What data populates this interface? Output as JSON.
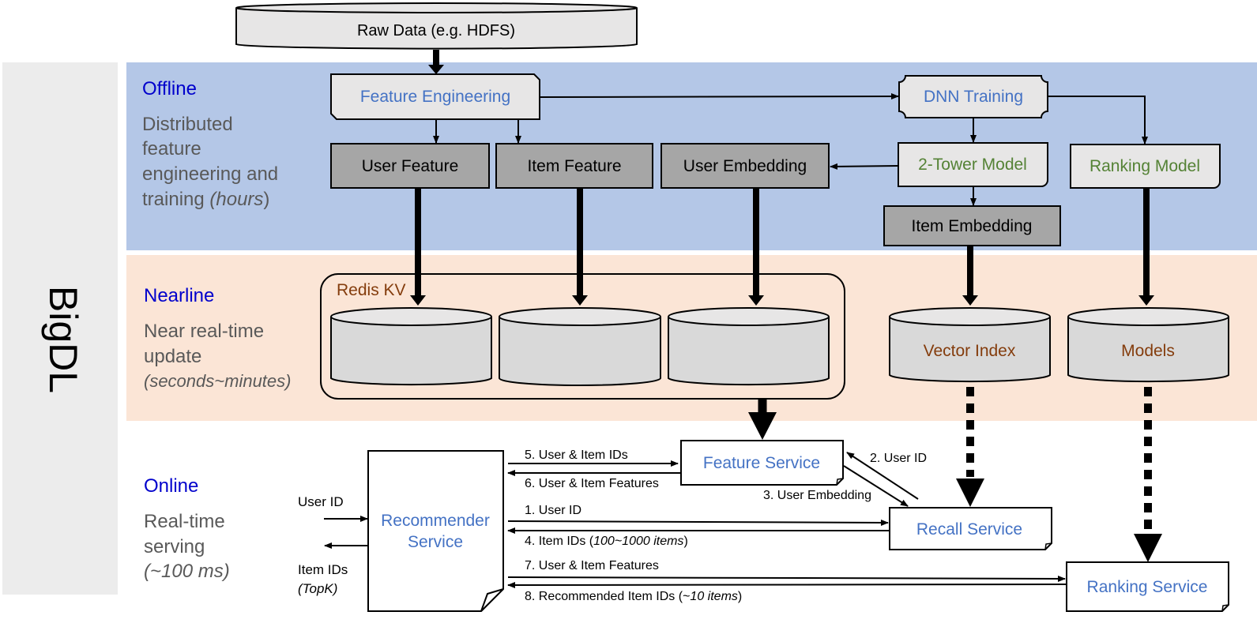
{
  "side_title": "BigDL",
  "colors": {
    "offline_band": "#b4c7e7",
    "nearline_band": "#fbe5d6",
    "side_panel": "#ececec",
    "tier_title": "#0000cc",
    "tier_desc": "#595959",
    "blue_text": "#4472c4",
    "green_text": "#548235",
    "brown_text": "#843c0c",
    "dark_box": "#a6a6a6",
    "light_box": "#e7e6e6"
  },
  "tiers": {
    "offline": {
      "title": "Offline",
      "desc_lines": [
        "Distributed",
        "feature",
        "engineering and"
      ],
      "desc_last": "training ",
      "desc_last_italic": "(hours",
      "desc_last_tail": ")"
    },
    "nearline": {
      "title": "Nearline",
      "desc_lines": [
        "Near real-time",
        "update"
      ],
      "desc_italic": "(seconds~minutes)"
    },
    "online": {
      "title": "Online",
      "desc_lines": [
        "Real-time",
        "serving"
      ],
      "desc_italic": "(~100 ms)"
    }
  },
  "nodes": {
    "raw_data": "Raw Data (e.g. HDFS)",
    "feature_engineering": "Feature Engineering",
    "dnn_training": "DNN Training",
    "user_feature": "User Feature",
    "item_feature": "Item Feature",
    "user_embedding": "User Embedding",
    "two_tower_model": "2-Tower Model",
    "ranking_model": "Ranking Model",
    "item_embedding": "Item Embedding",
    "redis_kv": "Redis KV",
    "vector_index": "Vector Index",
    "models": "Models",
    "feature_service": "Feature Service",
    "recommender_service_line1": "Recommender",
    "recommender_service_line2": "Service",
    "recall_service": "Recall Service",
    "ranking_service": "Ranking Service"
  },
  "io": {
    "user_id_in": "User ID",
    "item_ids_out": "Item IDs",
    "item_ids_out_sub": "(TopK)"
  },
  "edges": {
    "e5": "5. User & Item IDs",
    "e6": "6. User & Item Features",
    "e2": "2. User ID",
    "e3": "3. User Embedding",
    "e1": "1. User ID",
    "e4_main": "4. Item IDs (",
    "e4_italic": "100~1000 items",
    "e4_tail": ")",
    "e7": "7. User & Item Features",
    "e8_main": "8. Recommended Item IDs (~",
    "e8_italic": "10 items",
    "e8_tail": ")"
  }
}
